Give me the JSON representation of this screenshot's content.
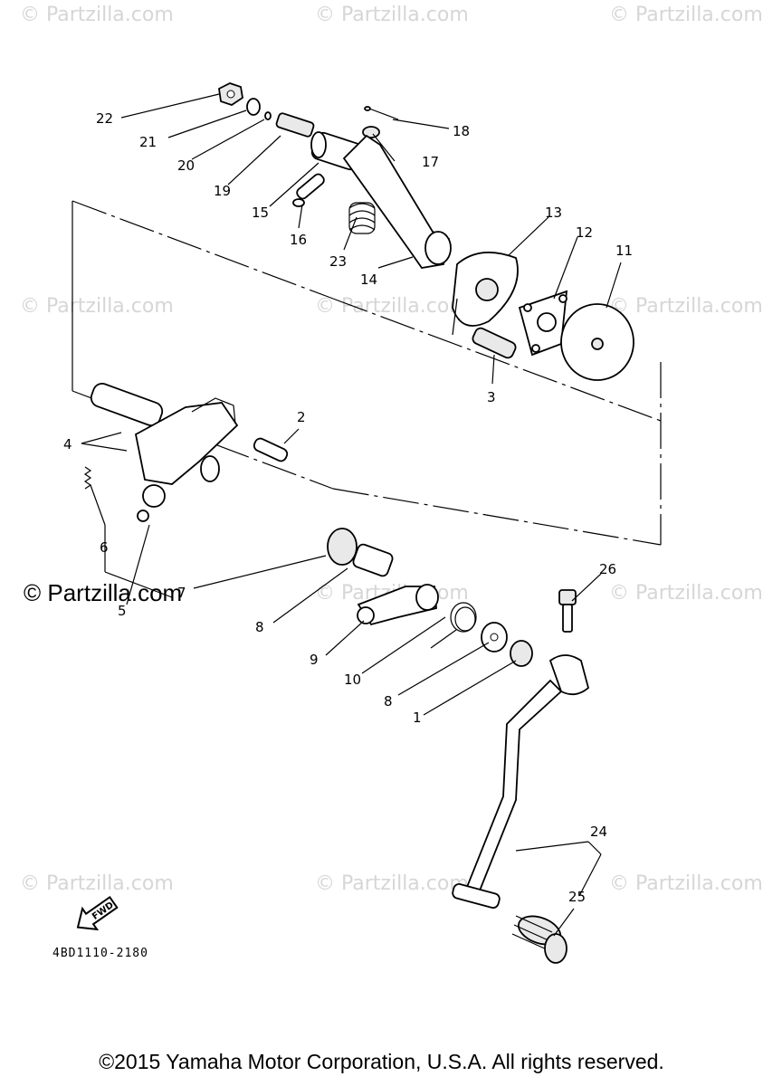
{
  "watermark": {
    "text": "© Partzilla.com",
    "badge": "© Partzilla.com"
  },
  "diagram_code": "4BD1110-2180",
  "fwd_label": "FWD",
  "copyright": "©2015 Yamaha Motor Corporation, U.S.A. All rights reserved.",
  "callouts": [
    "1",
    "2",
    "3",
    "4",
    "5",
    "6",
    "7",
    "8",
    "9",
    "10",
    "11",
    "12",
    "13",
    "14",
    "15",
    "16",
    "17",
    "18",
    "19",
    "20",
    "21",
    "22",
    "23",
    "24",
    "25",
    "26"
  ]
}
